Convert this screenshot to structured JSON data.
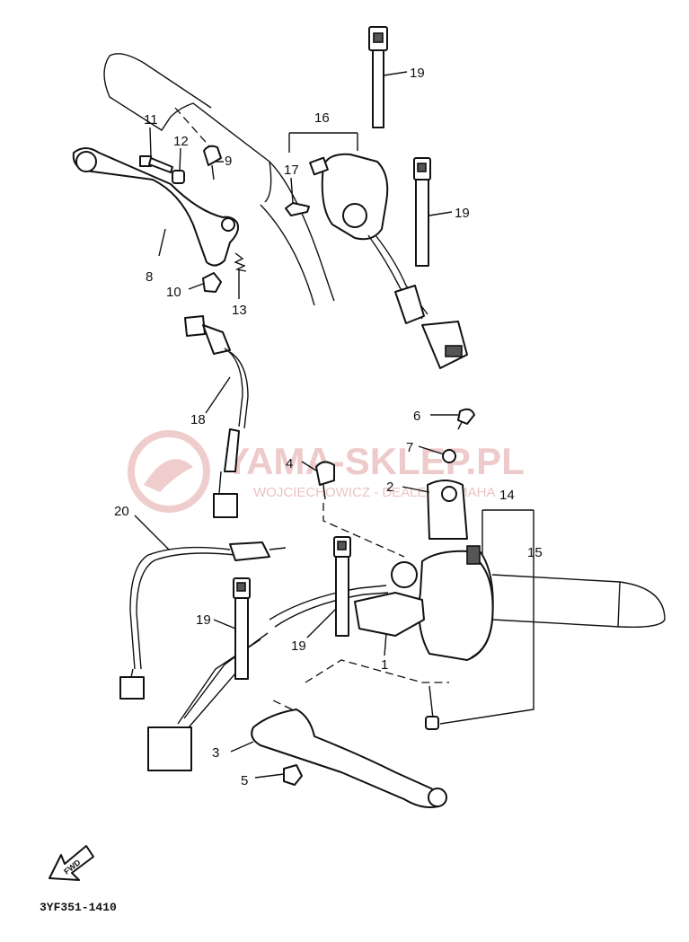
{
  "watermark": {
    "title": "YAMA-SKLEP.PL",
    "subtitle": "WOJCIECHOWICZ - DEALER YAMAHA"
  },
  "fwd_label": "FWD",
  "diagram_code": "3YF351-1410",
  "callouts": {
    "c1": "1",
    "c2": "2",
    "c3": "3",
    "c4": "4",
    "c5": "5",
    "c6": "6",
    "c7": "7",
    "c8": "8",
    "c9": "9",
    "c10": "10",
    "c11": "11",
    "c12": "12",
    "c13": "13",
    "c14": "14",
    "c15": "15",
    "c16": "16",
    "c17": "17",
    "c18": "18",
    "c19a": "19",
    "c19b": "19",
    "c19c": "19",
    "c19d": "19",
    "c20": "20"
  }
}
